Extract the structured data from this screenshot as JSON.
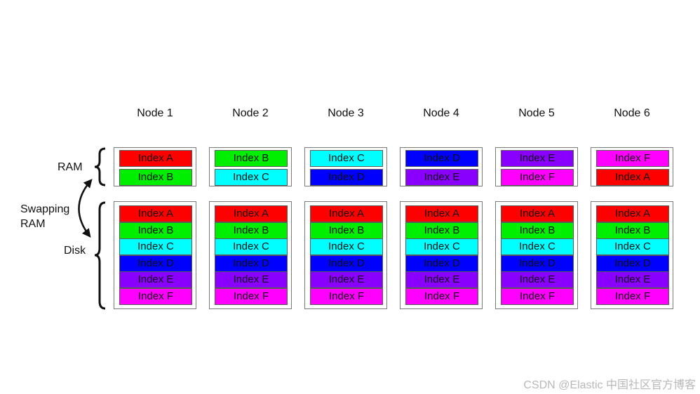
{
  "colors": {
    "Index A": "#ff0000",
    "Index B": "#00ee00",
    "Index C": "#00ffff",
    "Index D": "#0000ff",
    "Index E": "#8a00ff",
    "Index F": "#ff00ff"
  },
  "labels": {
    "ram": "RAM",
    "swapping_line1": "Swapping",
    "swapping_line2": "RAM",
    "disk": "Disk"
  },
  "nodes": [
    {
      "title": "Node 1",
      "ram": [
        "Index A",
        "Index B"
      ],
      "disk": [
        "Index A",
        "Index B",
        "Index C",
        "Index D",
        "Index E",
        "Index F"
      ]
    },
    {
      "title": "Node 2",
      "ram": [
        "Index B",
        "Index C"
      ],
      "disk": [
        "Index A",
        "Index B",
        "Index C",
        "Index D",
        "Index E",
        "Index F"
      ]
    },
    {
      "title": "Node 3",
      "ram": [
        "Index C",
        "Index D"
      ],
      "disk": [
        "Index A",
        "Index B",
        "Index C",
        "Index D",
        "Index E",
        "Index F"
      ]
    },
    {
      "title": "Node 4",
      "ram": [
        "Index D",
        "Index E"
      ],
      "disk": [
        "Index A",
        "Index B",
        "Index C",
        "Index D",
        "Index E",
        "Index F"
      ]
    },
    {
      "title": "Node 5",
      "ram": [
        "Index E",
        "Index F"
      ],
      "disk": [
        "Index A",
        "Index B",
        "Index C",
        "Index D",
        "Index E",
        "Index F"
      ]
    },
    {
      "title": "Node 6",
      "ram": [
        "Index F",
        "Index A"
      ],
      "disk": [
        "Index A",
        "Index B",
        "Index C",
        "Index D",
        "Index E",
        "Index F"
      ]
    }
  ],
  "watermark": "CSDN @Elastic 中国社区官方博客"
}
